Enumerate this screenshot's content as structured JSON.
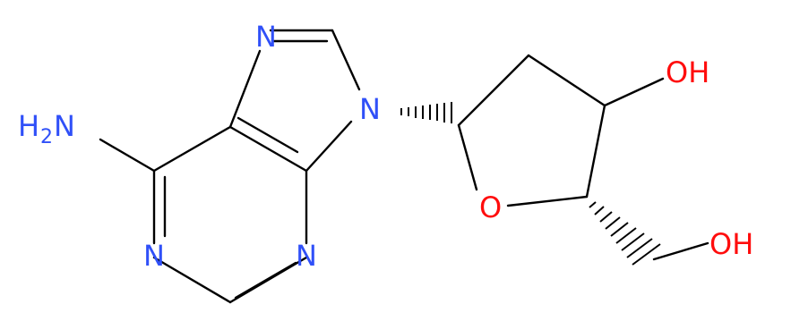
{
  "molecule": {
    "atoms": {
      "n7": "N",
      "n9": "N",
      "n1": "N",
      "n3": "N",
      "o_ring": "O",
      "oh3": "OH",
      "oh5": "OH",
      "amine_h": "H",
      "amine_sub": "2",
      "amine_n": "N"
    }
  },
  "colors": {
    "nitrogen": "#3050F8",
    "oxygen": "#FF0D0D",
    "bond": "#000000"
  }
}
